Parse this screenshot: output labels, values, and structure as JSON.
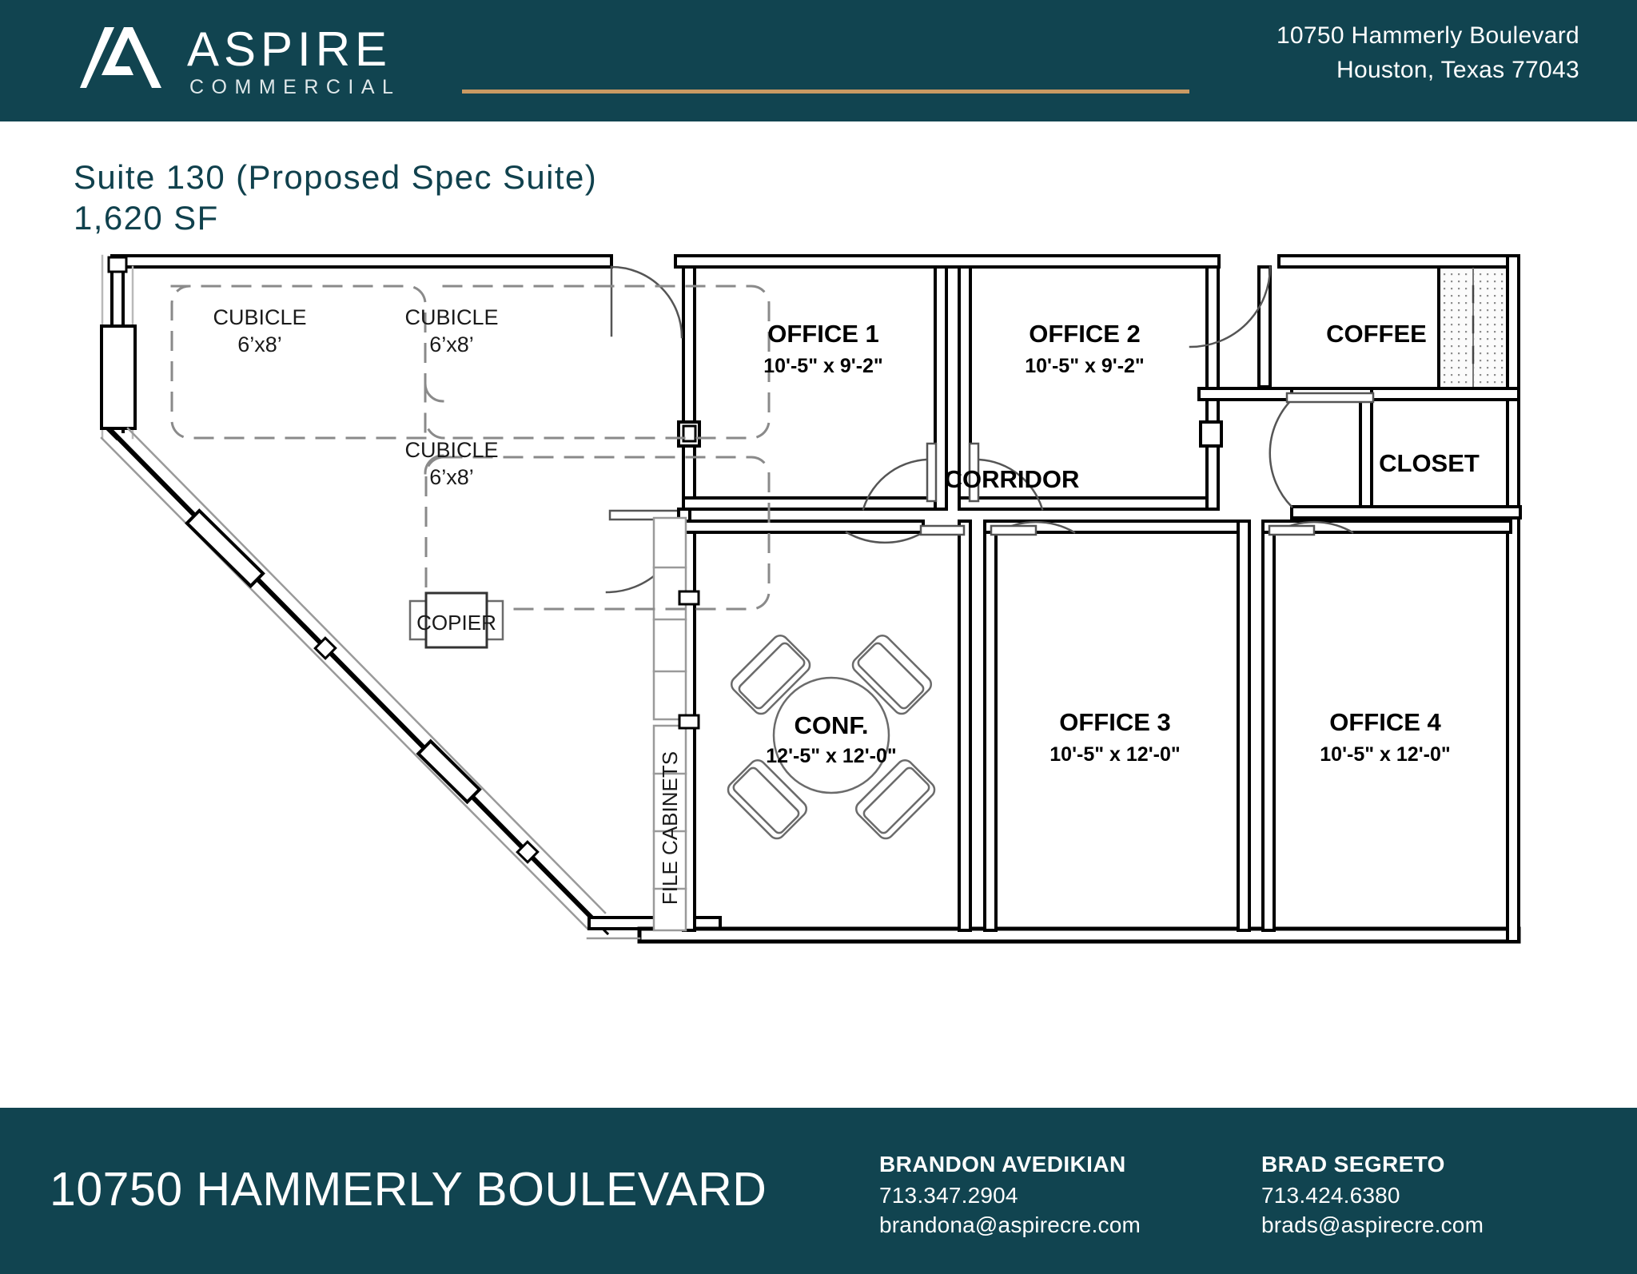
{
  "header": {
    "logo_primary": "ASPIRE",
    "logo_secondary": "COMMERCIAL",
    "address_line1": "10750 Hammerly Boulevard",
    "address_line2": "Houston, Texas 77043",
    "brand_dark": "#114450",
    "accent_gold": "#c99a63"
  },
  "title": {
    "line1": "Suite 130 (Proposed Spec Suite)",
    "line2": "1,620 SF"
  },
  "floorplan": {
    "rooms": [
      {
        "key": "cubicle1",
        "label": "CUBICLE",
        "dimension": "6’x8’"
      },
      {
        "key": "cubicle2",
        "label": "CUBICLE",
        "dimension": "6’x8’"
      },
      {
        "key": "cubicle3",
        "label": "CUBICLE",
        "dimension": "6’x8’"
      },
      {
        "key": "copier",
        "label": "COPIER",
        "dimension": ""
      },
      {
        "key": "office1",
        "label": "OFFICE 1",
        "dimension": "10'-5\" x 9'-2\""
      },
      {
        "key": "office2",
        "label": "OFFICE 2",
        "dimension": "10'-5\" x 9'-2\""
      },
      {
        "key": "coffee",
        "label": "COFFEE",
        "dimension": ""
      },
      {
        "key": "corridor",
        "label": "CORRIDOR",
        "dimension": ""
      },
      {
        "key": "closet",
        "label": "CLOSET",
        "dimension": ""
      },
      {
        "key": "conference",
        "label": "CONF.",
        "dimension": "12'-5\" x 12'-0\""
      },
      {
        "key": "office3",
        "label": "OFFICE 3",
        "dimension": "10'-5\" x 12'-0\""
      },
      {
        "key": "office4",
        "label": "OFFICE 4",
        "dimension": "10'-5\" x 12'-0\""
      },
      {
        "key": "filecabinets",
        "label": "FILE  CABINETS",
        "dimension": ""
      }
    ]
  },
  "footer": {
    "title": "10750 HAMMERLY BOULEVARD",
    "contacts": [
      {
        "name": "BRANDON AVEDIKIAN",
        "phone": "713.347.2904",
        "email": "brandona@aspirecre.com"
      },
      {
        "name": "BRAD SEGRETO",
        "phone": "713.424.6380",
        "email": "brads@aspirecre.com"
      }
    ]
  }
}
